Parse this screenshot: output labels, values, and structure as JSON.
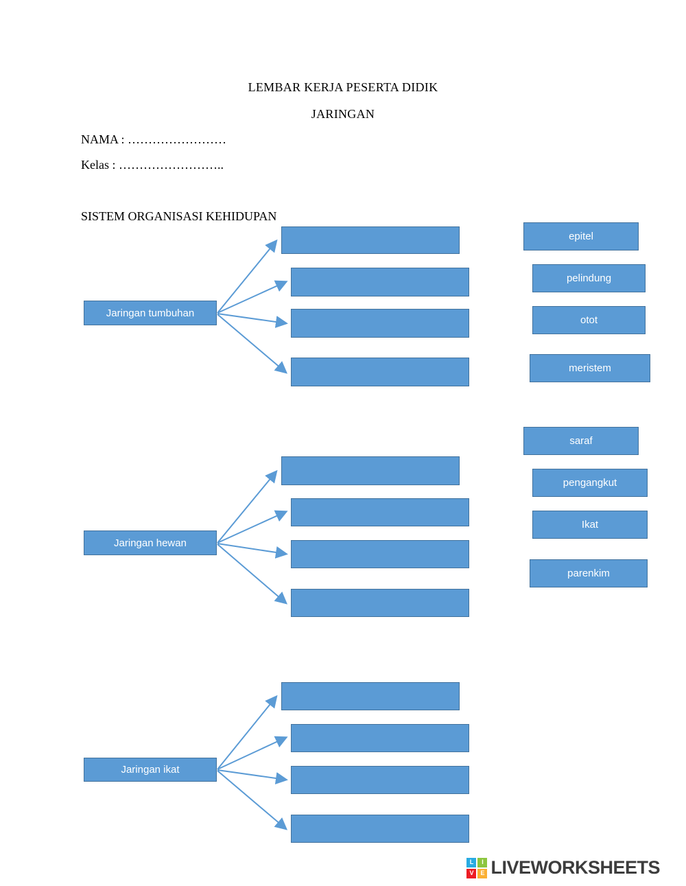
{
  "document": {
    "title": "LEMBAR KERJA PESERTA DIDIK",
    "subtitle": "JARINGAN",
    "name_line": "NAMA : ……………………",
    "class_line": "Kelas : ……………………..",
    "section_heading": "SISTEM ORGANISASI KEHIDUPAN"
  },
  "groups": [
    {
      "source_label": "Jaringan tumbuhan",
      "answers": [
        "epitel",
        "pelindung",
        "otot",
        "meristem"
      ]
    },
    {
      "source_label": "Jaringan hewan",
      "answers": [
        "saraf",
        "pengangkut",
        "Ikat",
        "parenkim"
      ]
    },
    {
      "source_label": "Jaringan ikat",
      "answers": []
    }
  ],
  "colors": {
    "box_fill": "#5b9bd5",
    "box_border": "#41719c",
    "arrow": "#5b9bd5",
    "brand_text": "#3d3d3d",
    "logo_squares": [
      "#29abe2",
      "#8cc63f",
      "#ed1c24",
      "#fbb033"
    ]
  },
  "footer": {
    "brand": "LIVEWORKSHEETS",
    "logo_letters": [
      "L",
      "I",
      "V",
      "E"
    ]
  }
}
